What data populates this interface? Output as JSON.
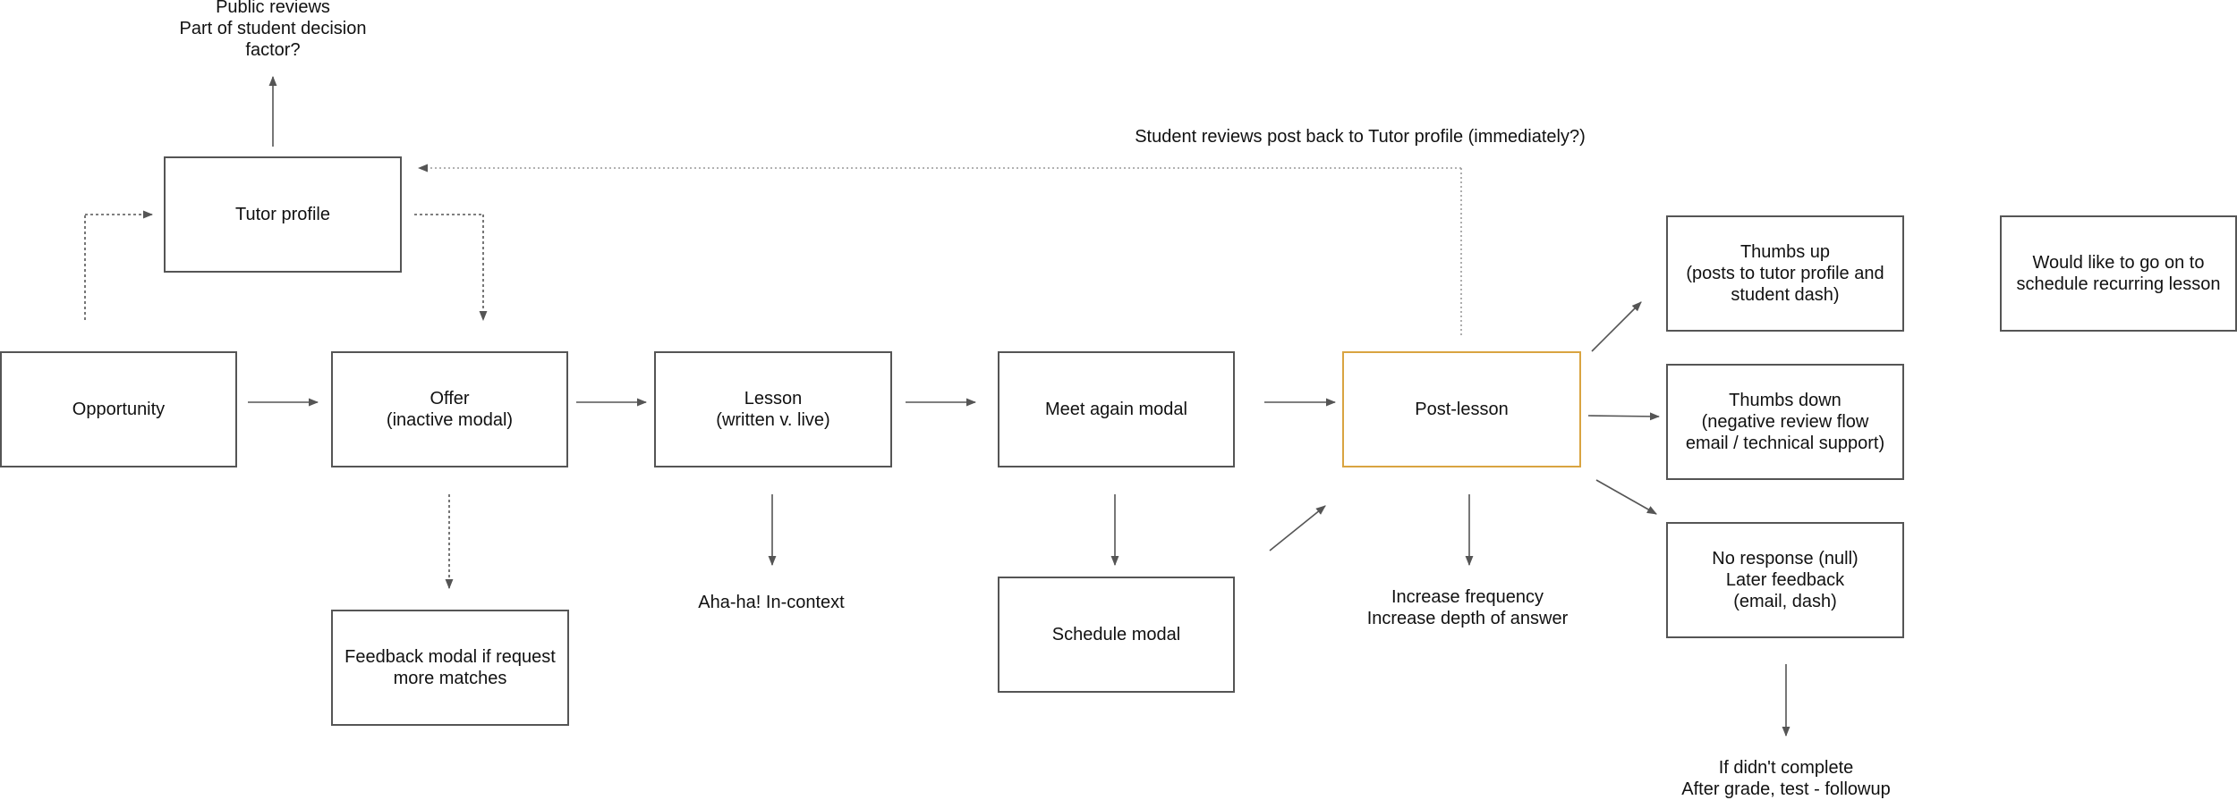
{
  "diagram": {
    "nodes": {
      "opportunity": [
        "Opportunity"
      ],
      "offer": [
        "Offer",
        "(inactive modal)"
      ],
      "lesson": [
        "Lesson",
        "(written v. live)"
      ],
      "meet_again": [
        "Meet again modal"
      ],
      "post_lesson": [
        "Post-lesson"
      ],
      "tutor_profile": [
        "Tutor profile"
      ],
      "feedback_modal": [
        "Feedback modal if request",
        "more matches"
      ],
      "schedule_modal": [
        "Schedule modal"
      ],
      "thumbs_up": [
        "Thumbs up",
        "(posts to tutor profile and",
        "student dash)"
      ],
      "thumbs_down": [
        "Thumbs down",
        "(negative review flow",
        "email / technical support)"
      ],
      "no_response": [
        "No response (null)",
        "Later feedback",
        "(email, dash)"
      ],
      "recurring": [
        "Would like to go on to",
        "schedule recurring lesson"
      ]
    },
    "labels": {
      "public_reviews": [
        "Public reviews",
        "Part of student decision",
        "factor?"
      ],
      "student_reviews": [
        "Student reviews post back to Tutor profile (immediately?)"
      ],
      "aha": [
        "Aha-ha! In-context"
      ],
      "increase": [
        "Increase frequency",
        "Increase depth of answer"
      ],
      "incomplete": [
        "If didn't complete",
        "After grade, test - followup"
      ]
    },
    "colors": {
      "box_border": "#555555",
      "highlight_border": "#d9a441",
      "arrow": "#555555"
    }
  }
}
